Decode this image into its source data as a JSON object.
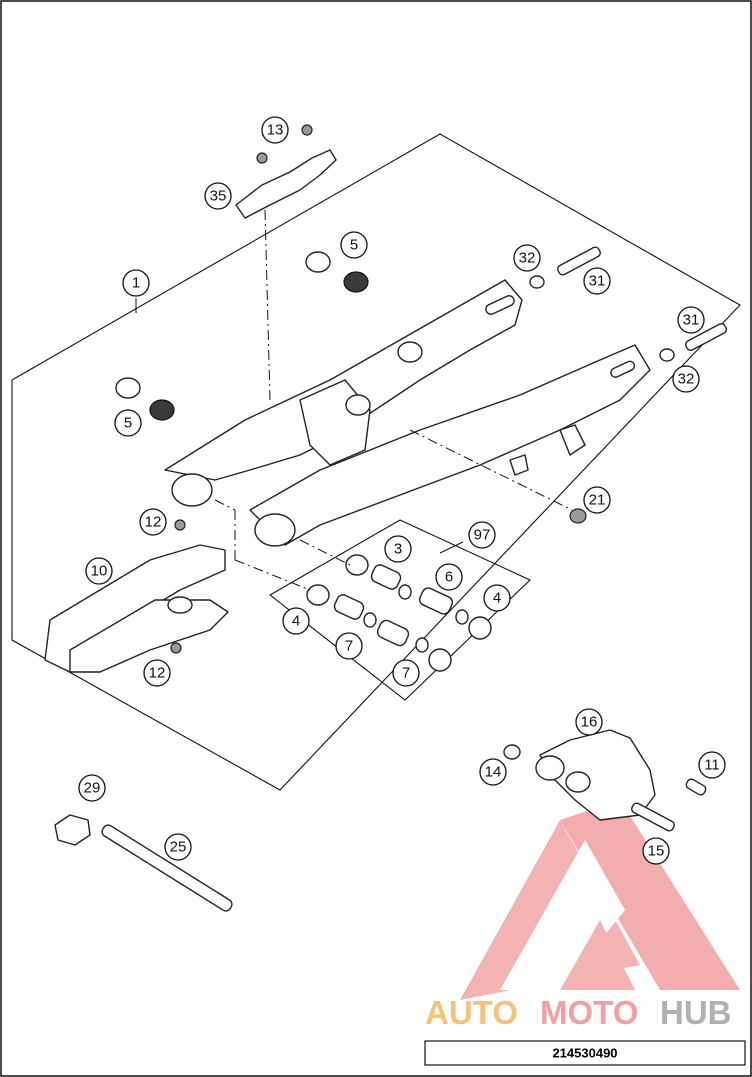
{
  "diagram": {
    "callouts": [
      {
        "id": "c1",
        "label": "1"
      },
      {
        "id": "c3",
        "label": "3"
      },
      {
        "id": "c4a",
        "label": "4"
      },
      {
        "id": "c4b",
        "label": "4"
      },
      {
        "id": "c5a",
        "label": "5"
      },
      {
        "id": "c5b",
        "label": "5"
      },
      {
        "id": "c6",
        "label": "6"
      },
      {
        "id": "c7a",
        "label": "7"
      },
      {
        "id": "c7b",
        "label": "7"
      },
      {
        "id": "c10",
        "label": "10"
      },
      {
        "id": "c11",
        "label": "11"
      },
      {
        "id": "c12a",
        "label": "12"
      },
      {
        "id": "c12b",
        "label": "12"
      },
      {
        "id": "c13",
        "label": "13"
      },
      {
        "id": "c14",
        "label": "14"
      },
      {
        "id": "c15",
        "label": "15"
      },
      {
        "id": "c16",
        "label": "16"
      },
      {
        "id": "c21",
        "label": "21"
      },
      {
        "id": "c25",
        "label": "25"
      },
      {
        "id": "c29",
        "label": "29"
      },
      {
        "id": "c31a",
        "label": "31"
      },
      {
        "id": "c31b",
        "label": "31"
      },
      {
        "id": "c32a",
        "label": "32"
      },
      {
        "id": "c32b",
        "label": "32"
      },
      {
        "id": "c35",
        "label": "35"
      },
      {
        "id": "c97",
        "label": "97"
      }
    ],
    "document_number": "214530490"
  },
  "watermark": {
    "brand_part1": "AUTO",
    "brand_part2": "MOTO",
    "brand_part3": "HUB",
    "color_primary": "#f0a0a0",
    "color_secondary": "#f6c27a",
    "color_tertiary": "#b0b0b0"
  }
}
